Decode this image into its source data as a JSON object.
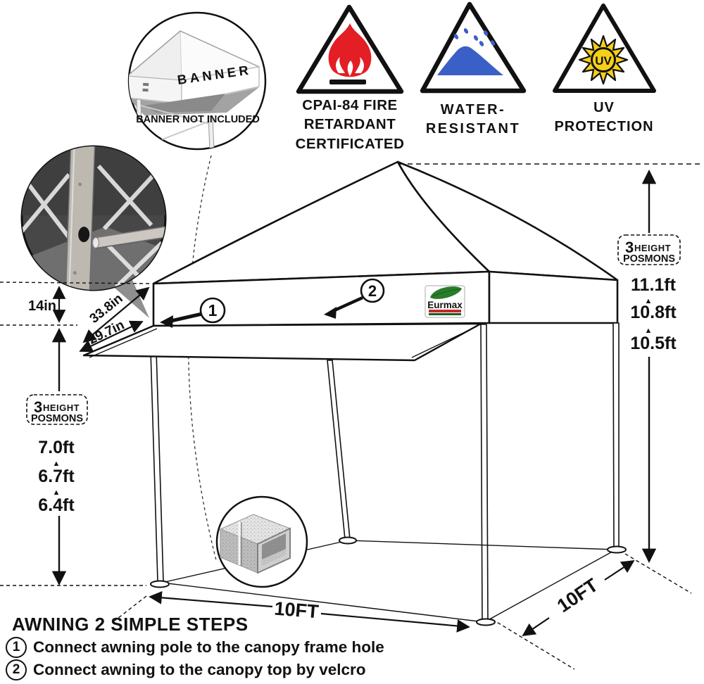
{
  "certifications": [
    {
      "id": "fire",
      "label": "CPAI-84 FIRE\nRETARDANT\nCERTIFICATED"
    },
    {
      "id": "water",
      "label": "WATER-\nRESISTANT"
    },
    {
      "id": "uv",
      "label": "UV\nPROTECTION",
      "icon_text": "UV"
    }
  ],
  "banner_inset": {
    "label": "BANNER",
    "note": "BANNER NOT INCLUDED"
  },
  "brand": {
    "logo_text": "Eurmax"
  },
  "dimensions": {
    "valance_height": "14in",
    "awning_pole_length": "33.8in",
    "awning_depth": "29.7in",
    "frame_width": "10FT",
    "frame_depth": "10FT"
  },
  "height_positions": {
    "left": {
      "prefix": "3",
      "word": "HEIGHT",
      "line2": "POSMONS",
      "separator": "▲",
      "values": [
        "7.0ft",
        "6.7ft",
        "6.4ft"
      ]
    },
    "right": {
      "prefix": "3",
      "word": "HEIGHT",
      "line2": "POSMONS",
      "separator": "▲",
      "values": [
        "11.1ft",
        "10.8ft",
        "10.5ft"
      ]
    }
  },
  "callouts": {
    "one": "1",
    "two": "2"
  },
  "instructions": {
    "title": "AWNING 2 SIMPLE STEPS",
    "steps": [
      {
        "num": "1",
        "text": "Connect awning pole to the canopy frame hole"
      },
      {
        "num": "2",
        "text": "Connect awning to the canopy top by velcro"
      }
    ]
  },
  "colors": {
    "flame_red": "#e31e24",
    "water_blue": "#3a5fc6",
    "uv_yellow": "#f6d018",
    "logo_green": "#2a7d2a",
    "logo_red": "#c62828"
  }
}
